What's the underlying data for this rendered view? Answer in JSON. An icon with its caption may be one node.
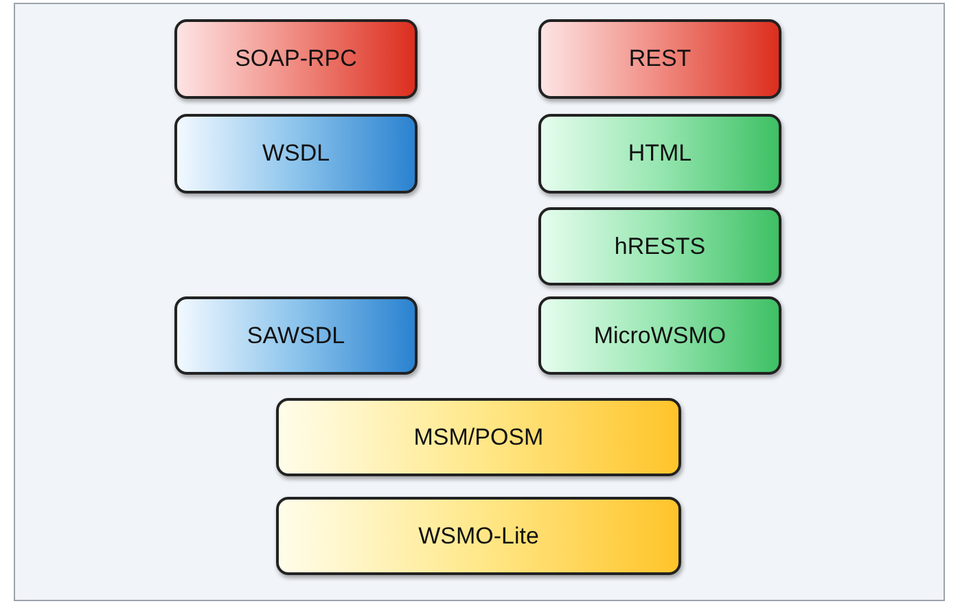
{
  "diagram": {
    "nodes": [
      {
        "text": [
          "SOAP-RPC"
        ]
      },
      {
        "text": [
          "REST"
        ]
      },
      {
        "text": [
          "WSDL"
        ]
      },
      {
        "text": [
          "HTML"
        ]
      },
      {
        "text": [
          "hRESTS"
        ]
      },
      {
        "text": [
          "SAWSDL"
        ]
      },
      {
        "text": [
          "MicroWSMO"
        ]
      },
      {
        "text": [
          "MSM/POSM"
        ]
      },
      {
        "text": [
          "WSMO-Lite"
        ]
      }
    ],
    "edges": []
  }
}
